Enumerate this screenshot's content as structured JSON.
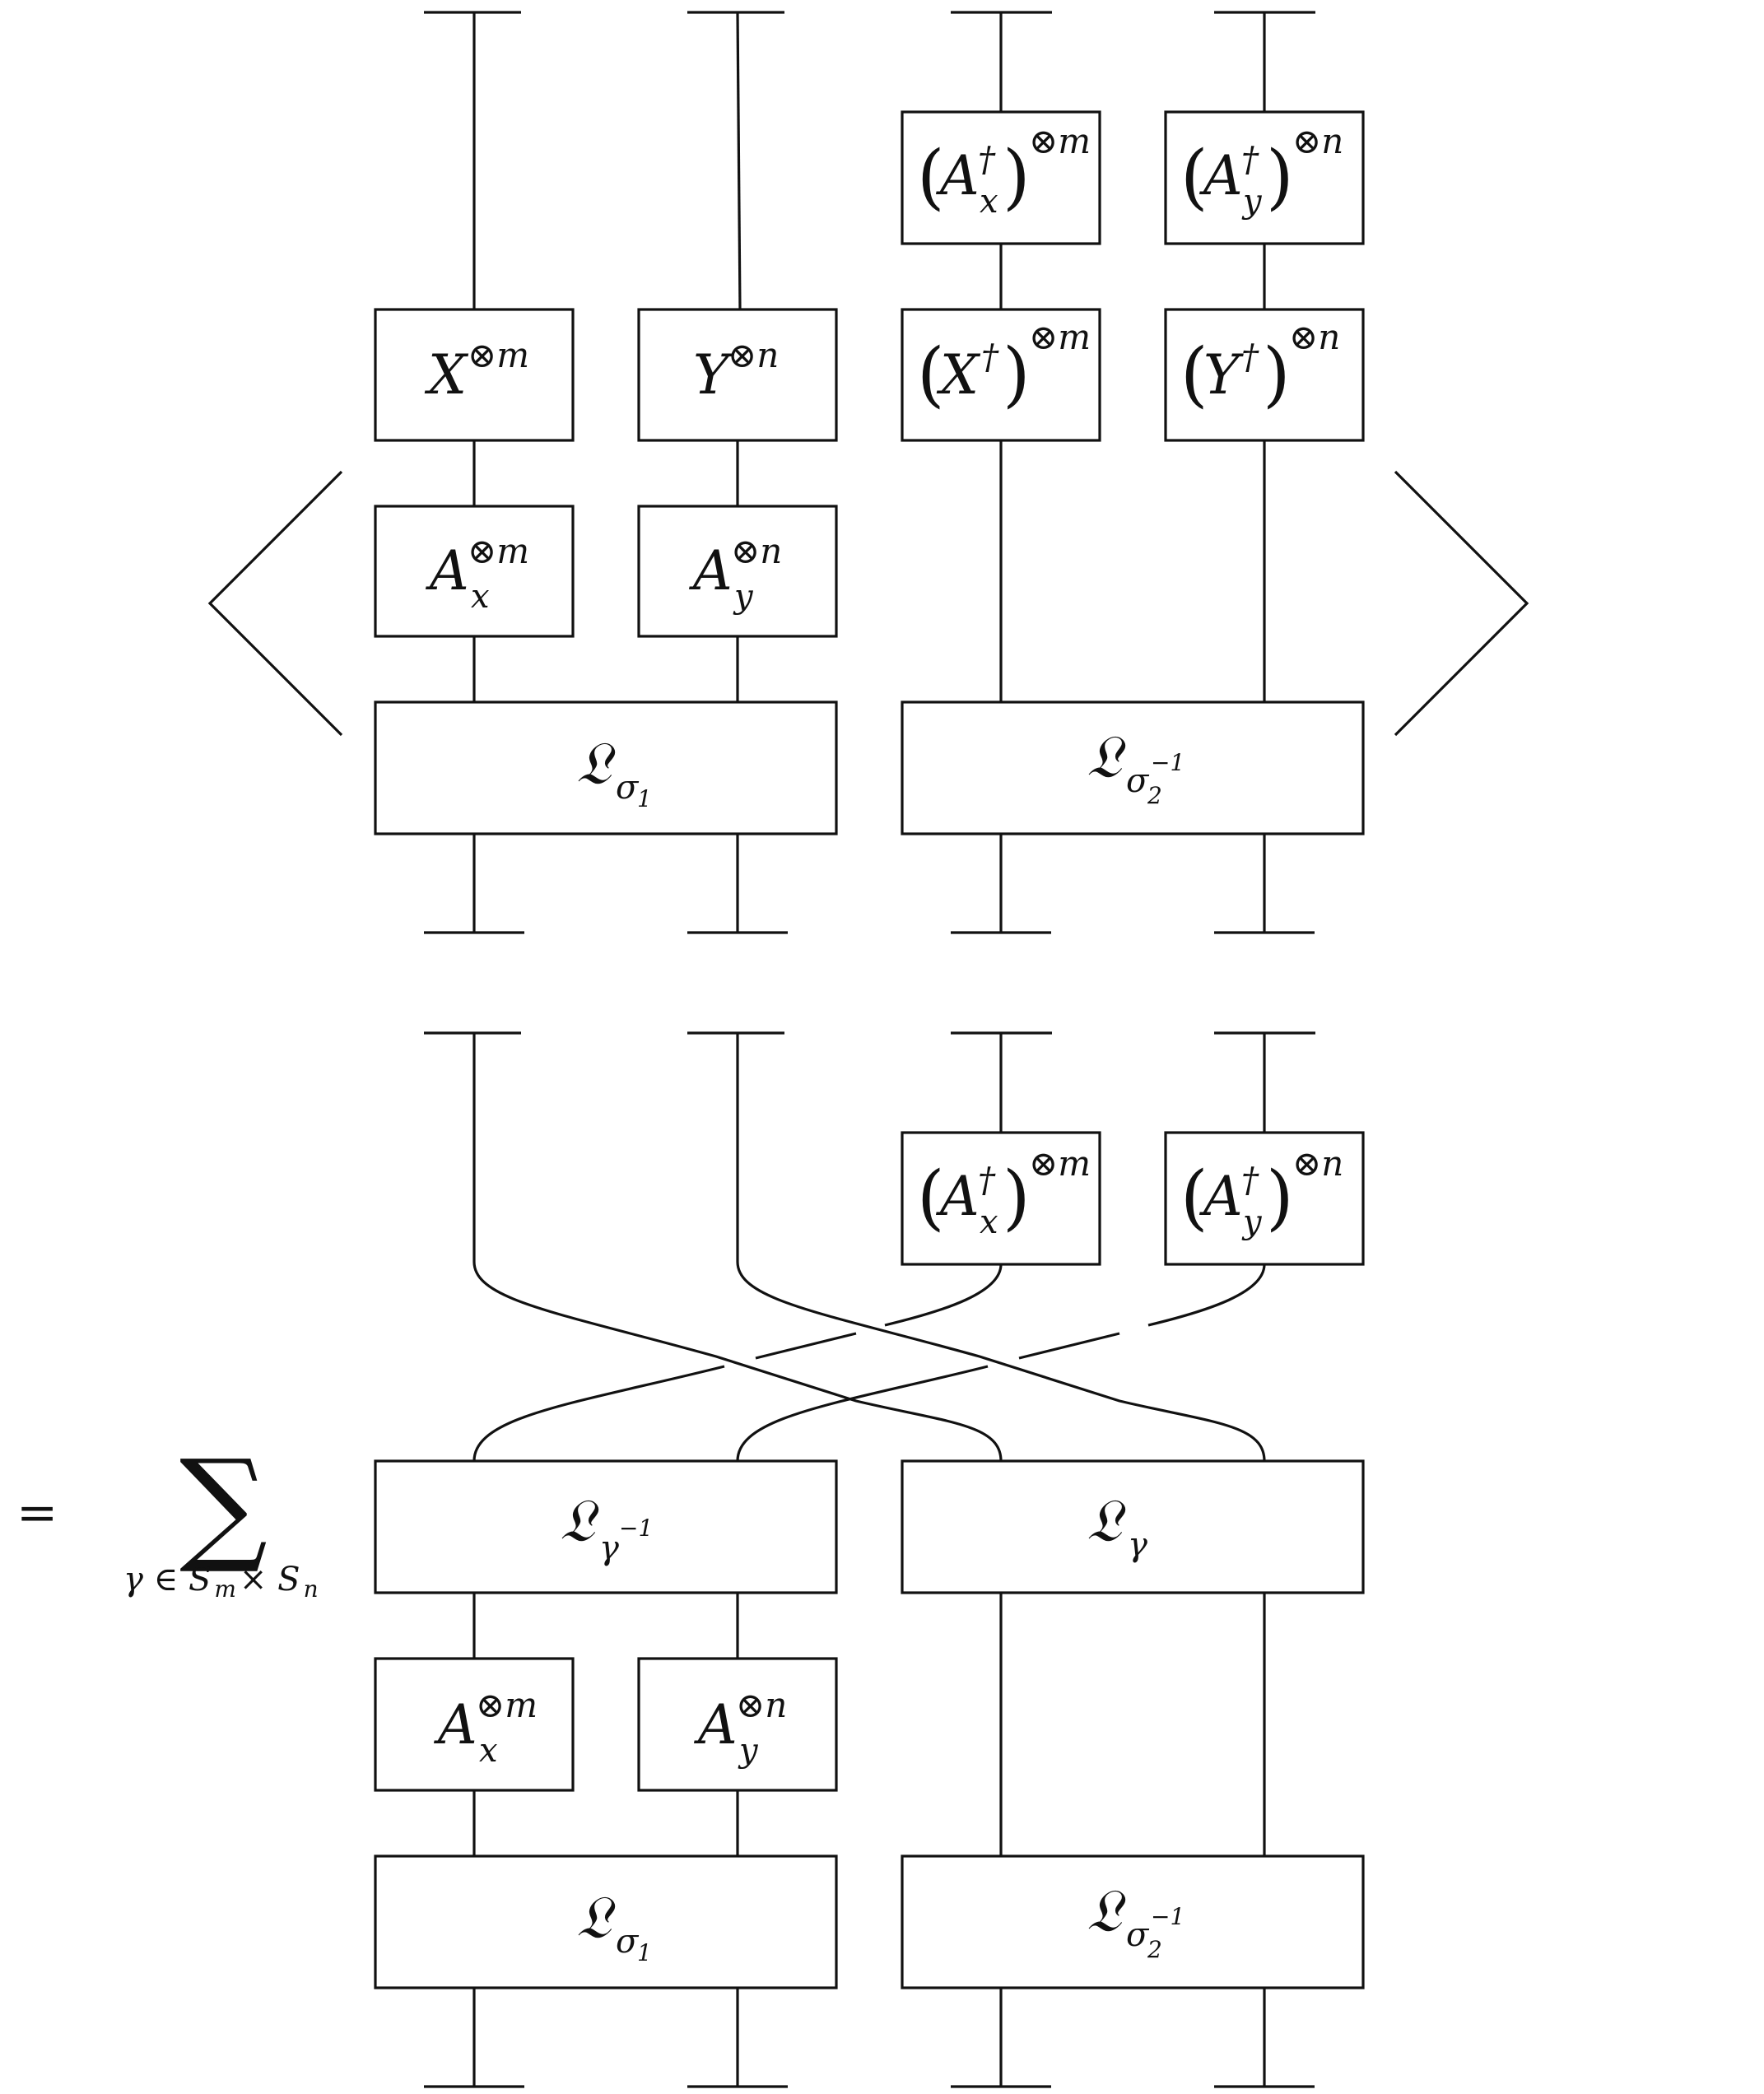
{
  "top": {
    "x_box": {
      "base": "X",
      "sup": "⊗m"
    },
    "y_box": {
      "base": "Y",
      "sup": "⊗n"
    },
    "ax_box": {
      "base": "A",
      "sub": "x",
      "sup": "⊗m"
    },
    "ay_box": {
      "base": "A",
      "sub": "y",
      "sup": "⊗n"
    },
    "ax_dag_box": {
      "base": "A",
      "dag": "†",
      "sub": "x",
      "sup": "⊗m"
    },
    "ay_dag_box": {
      "base": "A",
      "dag": "†",
      "sub": "y",
      "sup": "⊗n"
    },
    "x_dag_box": {
      "base": "X",
      "dag": "†",
      "sup": "⊗m"
    },
    "y_dag_box": {
      "base": "Y",
      "dag": "†",
      "sup": "⊗n"
    },
    "l_sigma1": {
      "base": "𝔏",
      "sub": "σ",
      "sub2": "1"
    },
    "l_sigma2_inv": {
      "base": "𝔏",
      "sub": "σ",
      "sub2": "2",
      "sup": "−1"
    }
  },
  "bottom": {
    "ax_dag_box": {
      "base": "A",
      "dag": "†",
      "sub": "x",
      "sup": "⊗m"
    },
    "ay_dag_box": {
      "base": "A",
      "dag": "†",
      "sub": "y",
      "sup": "⊗n"
    },
    "l_gamma_inv": {
      "base": "𝔏",
      "sub": "γ",
      "sup": "−1"
    },
    "l_gamma": {
      "base": "𝔏",
      "sub": "γ"
    },
    "ax_box": {
      "base": "A",
      "sub": "x",
      "sup": "⊗m"
    },
    "ay_box": {
      "base": "A",
      "sub": "y",
      "sup": "⊗n"
    },
    "l_sigma1": {
      "base": "𝔏",
      "sub": "σ",
      "sub2": "1"
    },
    "l_sigma2_inv": {
      "base": "𝔏",
      "sub": "σ",
      "sub2": "2",
      "sup": "−1"
    }
  },
  "equation": {
    "equals": "=",
    "sum_symbol": "∑",
    "sum_index": "γ ∈ S",
    "sum_index_m": "m",
    "sum_times": "× S",
    "sum_index_n": "n"
  }
}
